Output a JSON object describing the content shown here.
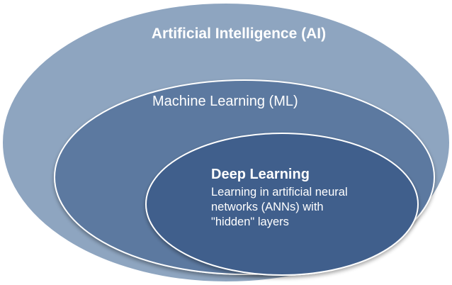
{
  "diagram": {
    "outer": {
      "title": "Artificial Intelligence (AI)",
      "color": "#8ea5c0"
    },
    "middle": {
      "title": "Machine Learning (ML)",
      "color": "#5b79a0"
    },
    "inner": {
      "title": "Deep Learning",
      "description_lines": [
        "Learning in artificial neural",
        "networks (ANNs) with",
        "\"hidden\" layers"
      ],
      "color": "#3f5f8c"
    },
    "text_color": "#ffffff",
    "edge_color": "#ffffff"
  }
}
